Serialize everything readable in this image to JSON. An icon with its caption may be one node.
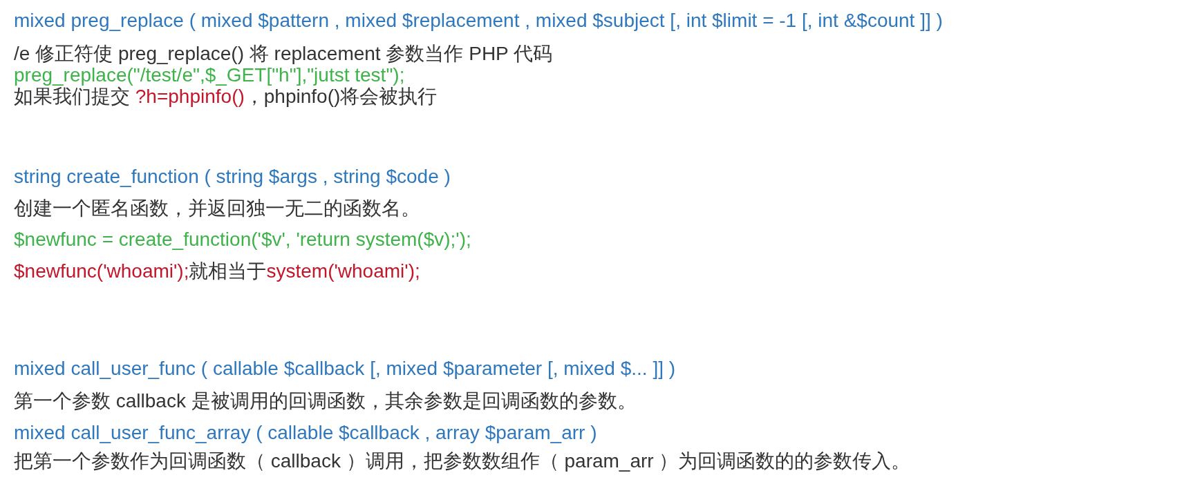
{
  "diagram": {
    "labels": [
      "mixed preg_replace ( mixed $pattern , mixed $replacement , mixed $subject [, int $limit = -1 [, int &$count ]] )",
      "/e 修正符使 preg_replace() 将 replacement 参数当作 PHP 代码",
      "preg_replace(\"/test/e\",$_GET[\"h\"],\"jutst test\");",
      "如果我们提交 ",
      "?h=phpinfo()",
      "，phpinfo()将会被执行",
      "string create_function ( string $args , string $code )",
      "创建一个匿名函数，并返回独一无二的函数名。",
      "$newfunc = create_function('$v', 'return system($v);');",
      "$newfunc('whoami');",
      "就相当于",
      "system('whoami');",
      "mixed call_user_func ( callable $callback [, mixed $parameter [, mixed $... ]] )",
      "第一个参数 callback 是被调用的回调函数，其余参数是回调函数的参数。",
      "mixed call_user_func_array ( callable $callback , array $param_arr )",
      "把第一个参数作为回调函数（ callback ）调用，把参数数组作（ param_arr ）为回调函数的的参数传入。"
    ]
  }
}
